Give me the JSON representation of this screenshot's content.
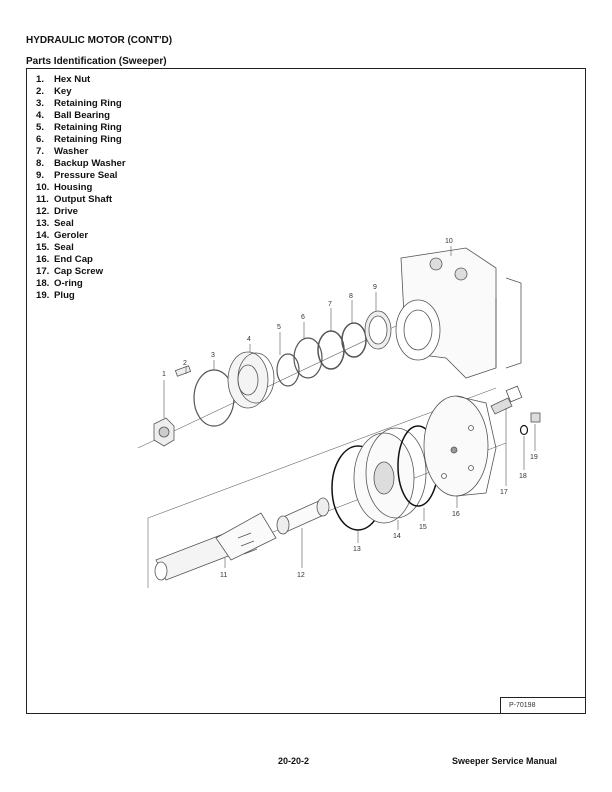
{
  "header": {
    "section_title": "HYDRAULIC MOTOR (CONT'D)",
    "subsection_title": "Parts Identification (Sweeper)"
  },
  "parts": [
    {
      "num": "1.",
      "name": "Hex Nut"
    },
    {
      "num": "2.",
      "name": "Key"
    },
    {
      "num": "3.",
      "name": "Retaining Ring"
    },
    {
      "num": "4.",
      "name": "Ball Bearing"
    },
    {
      "num": "5.",
      "name": "Retaining Ring"
    },
    {
      "num": "6.",
      "name": "Retaining Ring"
    },
    {
      "num": "7.",
      "name": "Washer"
    },
    {
      "num": "8.",
      "name": "Backup Washer"
    },
    {
      "num": "9.",
      "name": "Pressure Seal"
    },
    {
      "num": "10.",
      "name": "Housing"
    },
    {
      "num": "11.",
      "name": "Output Shaft"
    },
    {
      "num": "12.",
      "name": "Drive"
    },
    {
      "num": "13.",
      "name": "Seal"
    },
    {
      "num": "14.",
      "name": "Geroler"
    },
    {
      "num": "15.",
      "name": "Seal"
    },
    {
      "num": "16.",
      "name": "End Cap"
    },
    {
      "num": "17.",
      "name": "Cap Screw"
    },
    {
      "num": "18.",
      "name": "O-ring"
    },
    {
      "num": "19.",
      "name": "Plug"
    }
  ],
  "diagram": {
    "callouts": [
      "1",
      "2",
      "3",
      "4",
      "5",
      "6",
      "7",
      "8",
      "9",
      "10",
      "11",
      "12",
      "13",
      "14",
      "15",
      "16",
      "17",
      "18",
      "19"
    ],
    "figure_ref": "P-70198"
  },
  "footer": {
    "page_number": "20-20-2",
    "manual_title": "Sweeper Service Manual"
  }
}
